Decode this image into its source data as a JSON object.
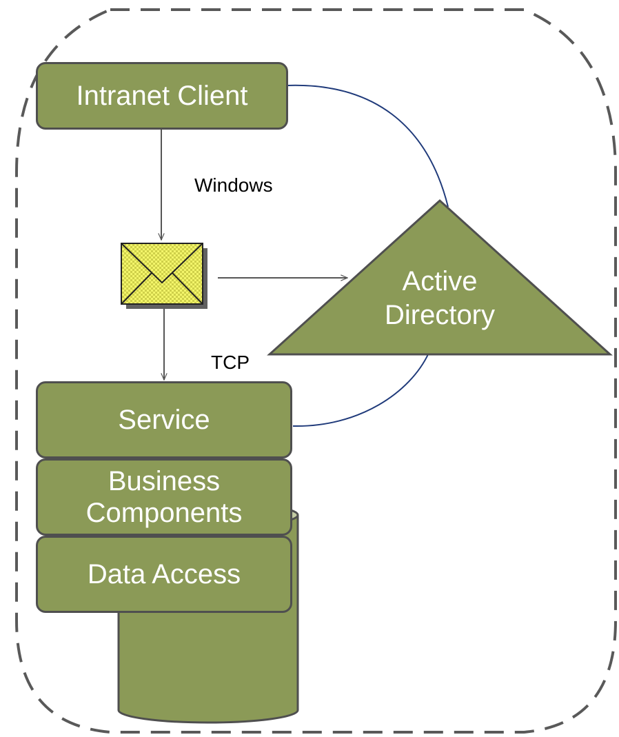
{
  "diagram": {
    "nodes": {
      "intranet_client": "Intranet Client",
      "active_directory_line1": "Active",
      "active_directory_line2": "Directory",
      "service": "Service",
      "business_line1": "Business",
      "business_line2": "Components",
      "data_access": "Data Access"
    },
    "edge_labels": {
      "windows": "Windows",
      "tcp": "TCP"
    },
    "icons": {
      "message": "envelope-icon",
      "database": "database-cylinder-icon"
    },
    "colors": {
      "node_fill": "#8b9a57",
      "node_border": "#4f4f4f",
      "ad_link": "#1f3a7a",
      "arrow": "#555555",
      "envelope": "#f3f56a",
      "boundary": "#595959"
    }
  }
}
